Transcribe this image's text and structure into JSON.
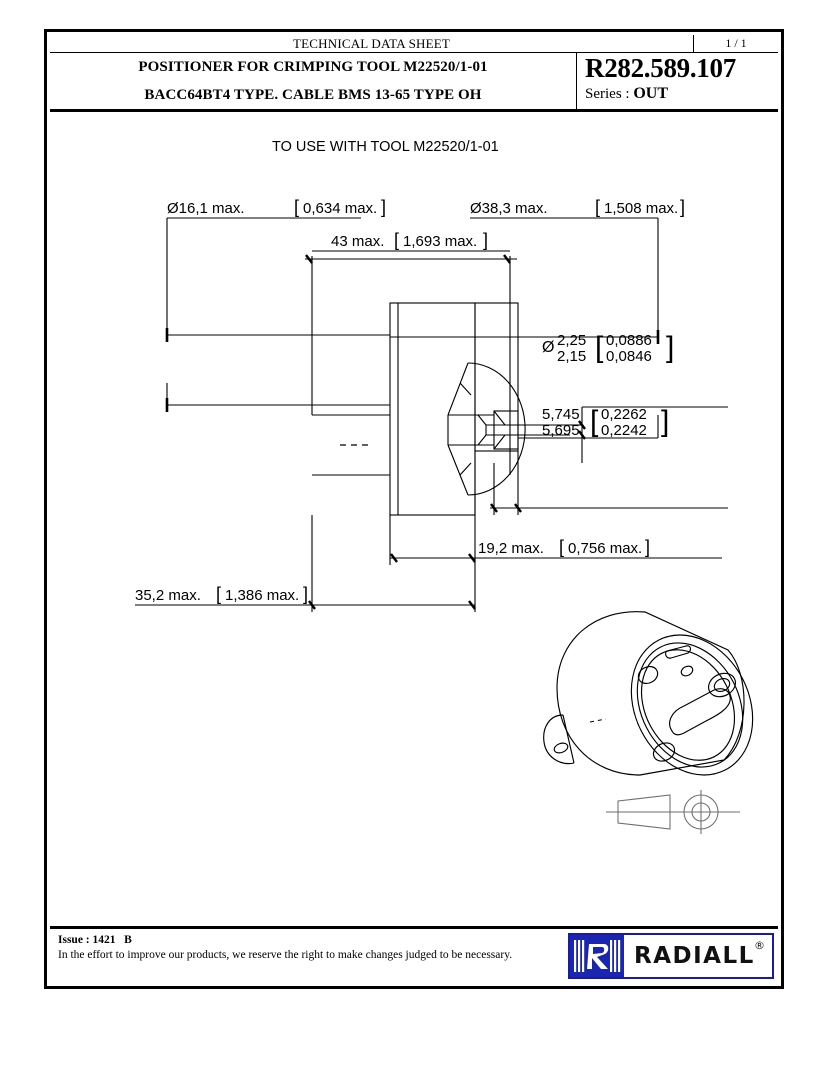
{
  "header": {
    "sheet_title": "TECHNICAL DATA SHEET",
    "page_number": "1 / 1",
    "description_line1": "POSITIONER FOR CRIMPING TOOL M22520/1-01",
    "description_line2": "BACC64BT4 TYPE. CABLE BMS 13-65 TYPE OH",
    "part_number": "R282.589.107",
    "series_label": "Series : ",
    "series_value": "OUT"
  },
  "drawing": {
    "note": "TO USE WITH TOOL M22520/1-01",
    "dim_diameter_left": "Ø16,1 max.",
    "dim_diameter_left_bracket": "0,634 max.",
    "dim_diameter_right": "Ø38,3 max.",
    "dim_diameter_right_bracket": "1,508 max.",
    "dim_length_top": "43 max.",
    "dim_length_top_bracket": "1,693 max.",
    "dim_bore_sym": "Ø",
    "dim_bore_upper": "2,25",
    "dim_bore_upper_bracket": "0,0886",
    "dim_bore_lower": "2,15",
    "dim_bore_lower_bracket": "0,0846",
    "dim_depth_upper": "5,745",
    "dim_depth_upper_bracket": "0,2262",
    "dim_depth_lower": "5,695",
    "dim_depth_lower_bracket": "0,2242",
    "dim_width_right": "19,2 max.",
    "dim_width_right_bracket": "0,756 max.",
    "dim_width_bottom": "35,2 max.",
    "dim_width_bottom_bracket": "1,386 max."
  },
  "footer": {
    "issue_label": "Issue : ",
    "issue_number": "1421",
    "issue_rev": "B",
    "disclaimer": "In the effort to improve our products, we reserve the right to make changes judged to be necessary.",
    "brand_name": "RADIALL",
    "registered_mark": "®"
  },
  "colors": {
    "brand_blue": "#1a25b0",
    "ink": "#000000",
    "page_background": "#ffffff"
  }
}
